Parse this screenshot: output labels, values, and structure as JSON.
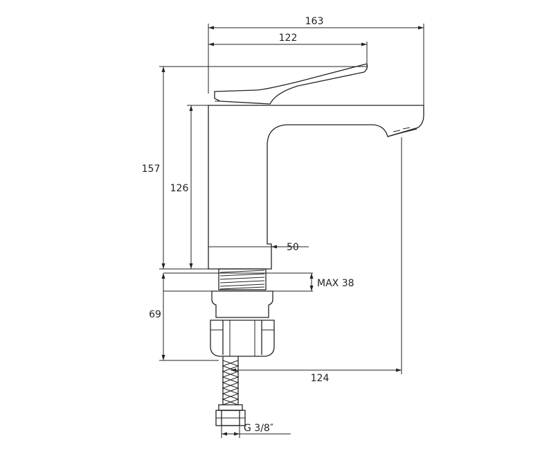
{
  "dimensions": {
    "overall_width": "163",
    "spout_handle_length": "122",
    "total_height": "157",
    "body_height": "126",
    "base_diameter": "50",
    "max_deck_thickness": "MAX 38",
    "under_deck_length": "69",
    "spout_reach": "124",
    "connection_thread": "G 3/8″"
  }
}
